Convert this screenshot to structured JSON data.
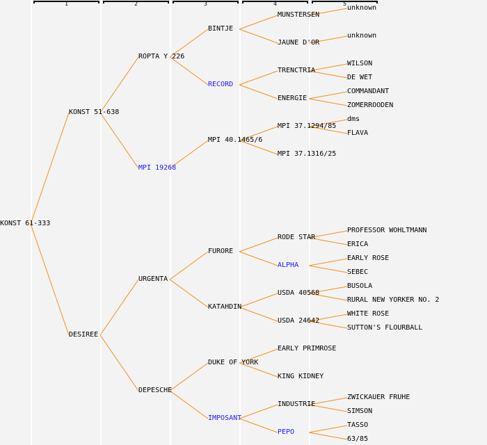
{
  "columns": [
    "1",
    "2",
    "3",
    "4",
    "5"
  ],
  "colors": {
    "line": "#f39019",
    "background": "#f3f3f3",
    "highlight_text": "#1a1aff",
    "text": "#000000"
  },
  "tree": {
    "name": "KONST 61-333",
    "children": [
      {
        "name": "KONST 51-638",
        "children": [
          {
            "name": "ROPTA Y 226",
            "children": [
              {
                "name": "BINTJE",
                "children": [
                  {
                    "name": "MUNSTERSEN",
                    "children": [
                      {
                        "name": "unknown"
                      }
                    ]
                  },
                  {
                    "name": "JAUNE D'OR",
                    "children": [
                      {
                        "name": "unknown"
                      }
                    ]
                  }
                ]
              },
              {
                "name": "RECORD",
                "highlight": true,
                "children": [
                  {
                    "name": "TRENCTRIA",
                    "children": [
                      {
                        "name": "WILSON"
                      },
                      {
                        "name": "DE WET"
                      }
                    ]
                  },
                  {
                    "name": "ENERGIE",
                    "children": [
                      {
                        "name": "COMMANDANT"
                      },
                      {
                        "name": "ZOMERROODEN"
                      }
                    ]
                  }
                ]
              }
            ]
          },
          {
            "name": "MPI 19268",
            "highlight": true,
            "children": [
              {
                "name": "MPI 40.1465/6",
                "children": [
                  {
                    "name": "MPI 37.1294/85",
                    "children": [
                      {
                        "name": "dms"
                      },
                      {
                        "name": "FLAVA"
                      }
                    ]
                  },
                  {
                    "name": "MPI 37.1316/25"
                  }
                ]
              }
            ]
          }
        ]
      },
      {
        "name": "DESIREE",
        "children": [
          {
            "name": "URGENTA",
            "children": [
              {
                "name": "FURORE",
                "children": [
                  {
                    "name": "RODE STAR",
                    "children": [
                      {
                        "name": "PROFESSOR WOHLTMANN"
                      },
                      {
                        "name": "ERICA"
                      }
                    ]
                  },
                  {
                    "name": "ALPHA",
                    "highlight": true,
                    "children": [
                      {
                        "name": "EARLY ROSE"
                      },
                      {
                        "name": "SEBEC"
                      }
                    ]
                  }
                ]
              },
              {
                "name": "KATAHDIN",
                "children": [
                  {
                    "name": "USDA 40568",
                    "children": [
                      {
                        "name": "BUSOLA"
                      },
                      {
                        "name": "RURAL NEW YORKER NO. 2"
                      }
                    ]
                  },
                  {
                    "name": "USDA 24642",
                    "children": [
                      {
                        "name": "WHITE ROSE"
                      },
                      {
                        "name": "SUTTON'S FLOURBALL"
                      }
                    ]
                  }
                ]
              }
            ]
          },
          {
            "name": "DEPESCHE",
            "children": [
              {
                "name": "DUKE OF YORK",
                "children": [
                  {
                    "name": "EARLY PRIMROSE"
                  },
                  {
                    "name": "KING KIDNEY"
                  }
                ]
              },
              {
                "name": "IMPOSANT",
                "highlight": true,
                "children": [
                  {
                    "name": "INDUSTRIE",
                    "children": [
                      {
                        "name": "ZWICKAUER FRUHE"
                      },
                      {
                        "name": "SIMSON"
                      }
                    ]
                  },
                  {
                    "name": "PEPO",
                    "highlight": true,
                    "children": [
                      {
                        "name": "TASSO"
                      },
                      {
                        "name": "63/85"
                      }
                    ]
                  }
                ]
              }
            ]
          }
        ]
      }
    ]
  }
}
